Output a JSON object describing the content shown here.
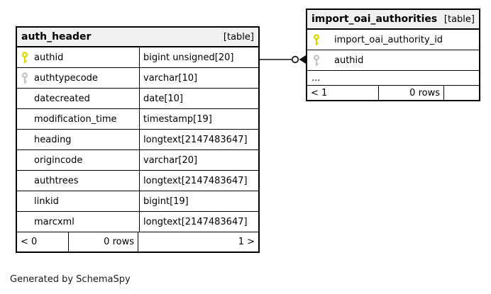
{
  "footer_note": "Generated by SchemaSpy",
  "colors": {
    "primary_key": "#d8d800",
    "foreign_key": "#c4c4c4",
    "header_bg": "#f1f1f1",
    "border": "#000000",
    "connector_line": "#4d4d4d"
  },
  "icons": {
    "primary_key": "yellow-key-icon",
    "foreign_key": "gray-key-icon",
    "relationship_end": "open-circle-crow-arrow"
  },
  "auth_header": {
    "title": "auth_header",
    "badge": "[table]",
    "rows": [
      {
        "name": "authid",
        "type": "bigint unsigned[20]",
        "key": "primary"
      },
      {
        "name": "authtypecode",
        "type": "varchar[10]",
        "key": "foreign"
      },
      {
        "name": "datecreated",
        "type": "date[10]",
        "key": "none"
      },
      {
        "name": "modification_time",
        "type": "timestamp[19]",
        "key": "none"
      },
      {
        "name": "heading",
        "type": "longtext[2147483647]",
        "key": "none"
      },
      {
        "name": "origincode",
        "type": "varchar[20]",
        "key": "none"
      },
      {
        "name": "authtrees",
        "type": "longtext[2147483647]",
        "key": "none"
      },
      {
        "name": "linkid",
        "type": "bigint[19]",
        "key": "none"
      },
      {
        "name": "marcxml",
        "type": "longtext[2147483647]",
        "key": "none"
      }
    ],
    "footer": {
      "children": "< 0",
      "rows": "0 rows",
      "parents": "1 >"
    }
  },
  "import_oai_authorities": {
    "title": "import_oai_authorities",
    "badge": "[table]",
    "rows": [
      {
        "name": "import_oai_authority_id",
        "key": "primary"
      },
      {
        "name": "authid",
        "key": "foreign"
      }
    ],
    "ellipsis": "...",
    "footer": {
      "children": "< 1",
      "rows": "0 rows",
      "parents": ""
    }
  }
}
